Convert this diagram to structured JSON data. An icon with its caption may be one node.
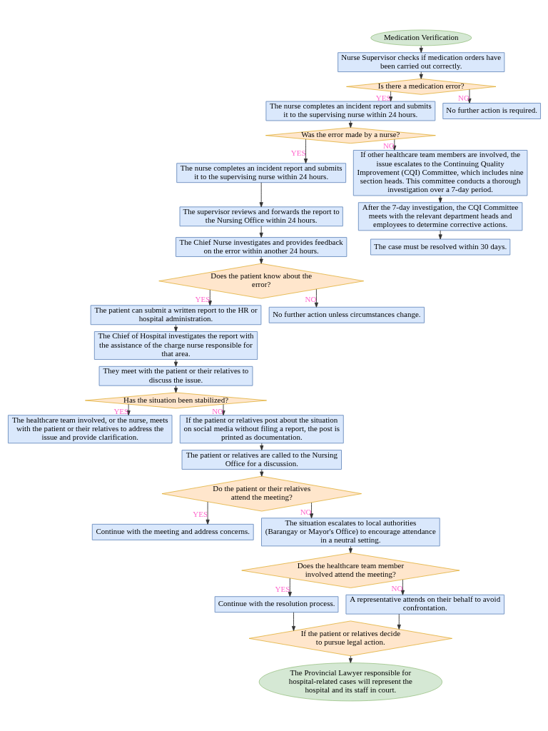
{
  "diagram": {
    "nodes": [
      {
        "text": [
          "Medication Verification"
        ]
      },
      {
        "text": [
          "Nurse Supervisor checks if medication orders have been carried out correctly."
        ]
      },
      {
        "text": [
          "Is there a medication error?"
        ]
      },
      {
        "text": [
          "The nurse completes an incident report and submits it to the supervising nurse within 24 hours."
        ]
      },
      {
        "text": [
          "No further action is required."
        ]
      },
      {
        "text": [
          "Was the error made by a nurse?"
        ]
      },
      {
        "text": [
          "The nurse completes an incident report and submits it to the supervising nurse within 24 hours."
        ]
      },
      {
        "text": [
          "If other healthcare team members are involved, the issue escalates to the Continuing Quality Improvement (CQI) Committee, which includes nine section heads. This committee conducts a thorough investigation over a 7-day period."
        ]
      },
      {
        "text": [
          "After the 7-day investigation, the CQI Committee meets with the relevant department heads and employees to determine corrective actions."
        ]
      },
      {
        "text": [
          "The case must be resolved within 30 days."
        ]
      },
      {
        "text": [
          "The supervisor reviews and forwards the report to the Nursing Office within 24 hours."
        ]
      },
      {
        "text": [
          "The Chief Nurse investigates and provides feedback on the error within another 24 hours."
        ]
      },
      {
        "text": [
          "Does the patient know about the error?"
        ]
      },
      {
        "text": [
          "The patient can submit a written report to the HR or hospital administration."
        ]
      },
      {
        "text": [
          "No further action unless circumstances change."
        ]
      },
      {
        "text": [
          "The Chief of Hospital investigates the report with the assistance of the charge nurse responsible for that area."
        ]
      },
      {
        "text": [
          "They meet with the patient or their relatives to discuss the issue."
        ]
      },
      {
        "text": [
          "Has the situation been stabilized?"
        ]
      },
      {
        "text": [
          "The healthcare team involved, or the nurse, meets with the patient or their relatives to address the issue and provide clarification."
        ]
      },
      {
        "text": [
          "If the patient or relatives post about the situation on social media without filing a report, the post is printed as documentation."
        ]
      },
      {
        "text": [
          "The patient or relatives are called to the Nursing Office for a discussion."
        ]
      },
      {
        "text": [
          "Do the patient or their relatives attend the meeting?"
        ]
      },
      {
        "text": [
          "Continue with the meeting and address concerns."
        ]
      },
      {
        "text": [
          "The situation escalates to local authorities (Barangay or Mayor's Office) to encourage attendance in a neutral setting."
        ]
      },
      {
        "text": [
          "Does the healthcare team member involved attend the meeting?"
        ]
      },
      {
        "text": [
          "Continue with the resolution process."
        ]
      },
      {
        "text": [
          "A representative attends on their behalf to avoid confrontation."
        ]
      },
      {
        "text": [
          "If the patient or relatives decide to pursue legal action."
        ]
      },
      {
        "text": [
          "The Provincial Lawyer responsible for hospital-related cases will represent the hospital and its staff in court."
        ]
      }
    ],
    "edges": [
      {
        "from": 0,
        "to": 1,
        "arrow": "to"
      },
      {
        "from": 1,
        "to": 2,
        "arrow": "to"
      },
      {
        "from": 2,
        "to": 3,
        "arrow": "to",
        "label": "YES"
      },
      {
        "from": 2,
        "to": 4,
        "arrow": "to",
        "label": "NO"
      },
      {
        "from": 3,
        "to": 5,
        "arrow": "to"
      },
      {
        "from": 5,
        "to": 6,
        "arrow": "to",
        "label": "YES"
      },
      {
        "from": 5,
        "to": 7,
        "arrow": "to",
        "label": "NO"
      },
      {
        "from": 7,
        "to": 8,
        "arrow": "to"
      },
      {
        "from": 8,
        "to": 9,
        "arrow": "to"
      },
      {
        "from": 6,
        "to": 10,
        "arrow": "to"
      },
      {
        "from": 10,
        "to": 11,
        "arrow": "to"
      },
      {
        "from": 11,
        "to": 12,
        "arrow": "to"
      },
      {
        "from": 12,
        "to": 13,
        "arrow": "to",
        "label": "YES"
      },
      {
        "from": 12,
        "to": 14,
        "arrow": "to",
        "label": "NO"
      },
      {
        "from": 13,
        "to": 15,
        "arrow": "to"
      },
      {
        "from": 15,
        "to": 16,
        "arrow": "to"
      },
      {
        "from": 16,
        "to": 17,
        "arrow": "to"
      },
      {
        "from": 17,
        "to": 18,
        "arrow": "to",
        "label": "YES"
      },
      {
        "from": 17,
        "to": 19,
        "arrow": "to",
        "label": "NO"
      },
      {
        "from": 19,
        "to": 20,
        "arrow": "to"
      },
      {
        "from": 20,
        "to": 21,
        "arrow": "to"
      },
      {
        "from": 21,
        "to": 22,
        "arrow": "to",
        "label": "YES"
      },
      {
        "from": 21,
        "to": 23,
        "arrow": "to",
        "label": "NO"
      },
      {
        "from": 23,
        "to": 24,
        "arrow": "to"
      },
      {
        "from": 24,
        "to": 25,
        "arrow": "to",
        "label": "YES"
      },
      {
        "from": 24,
        "to": 26,
        "arrow": "to",
        "label": "NO"
      },
      {
        "from": 25,
        "to": 27,
        "arrow": "to"
      },
      {
        "from": 26,
        "to": 27,
        "arrow": "to"
      },
      {
        "from": 27,
        "to": 28,
        "arrow": "to"
      }
    ]
  }
}
